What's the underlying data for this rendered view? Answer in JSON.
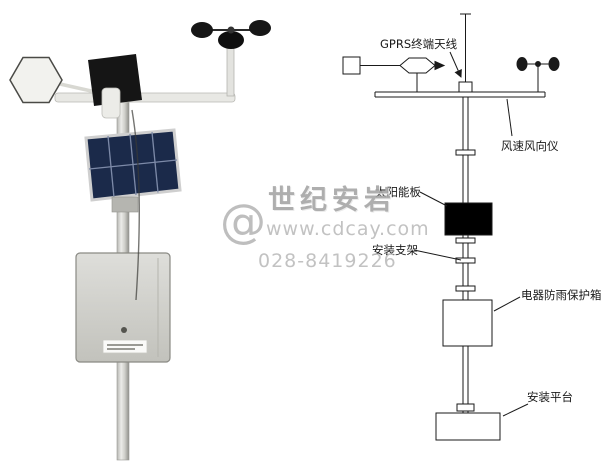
{
  "watermark": {
    "at_symbol": "@",
    "brand": "世纪安岩",
    "url": "www.cdcay.com",
    "phone": "028-8419226"
  },
  "diagram": {
    "labels": {
      "gprs_antenna": "GPRS终端天线",
      "wind_sensor": "风速风向仪",
      "solar_panel": "太阳能板",
      "mount_bracket": "安装支架",
      "protection_box": "电器防雨保护箱",
      "platform": "安装平台"
    }
  },
  "colors": {
    "diagram_line": "#1a1a1a",
    "solar_panel_fill": "#000000",
    "photo_panel_navy": "#1b2a4a",
    "pole_gray": "#c9c9c5",
    "watermark_gray": "#b3b3b3"
  }
}
